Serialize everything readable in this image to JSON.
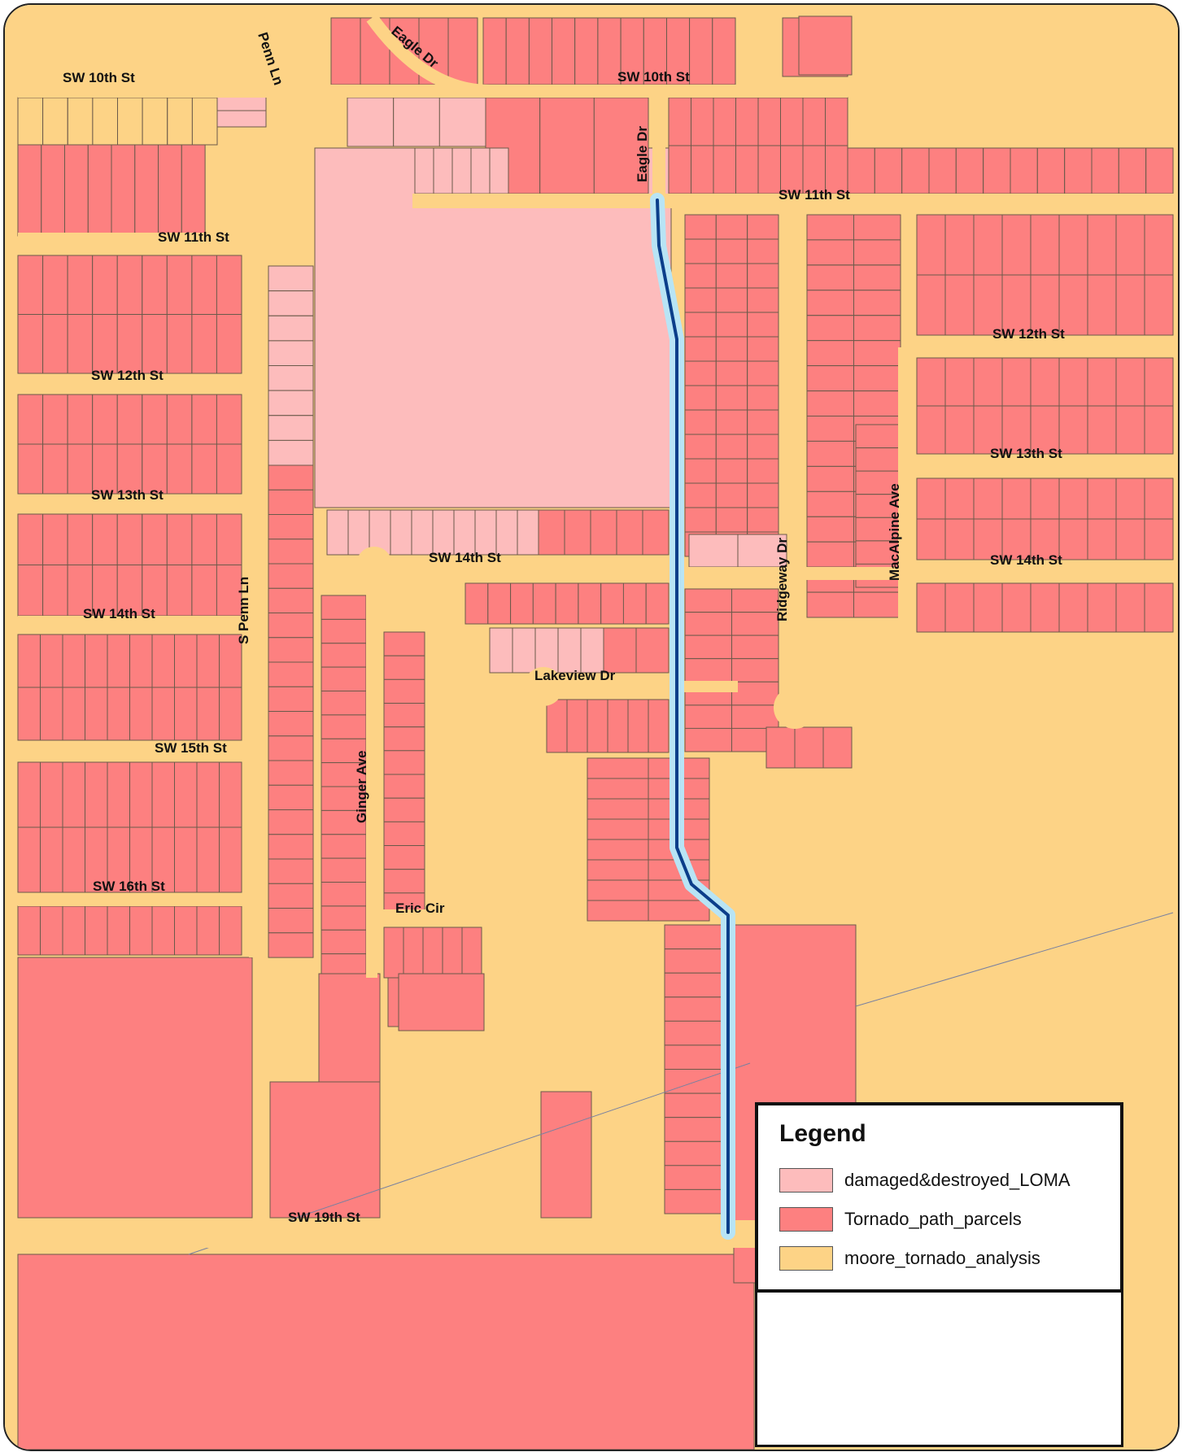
{
  "colors": {
    "damaged": "#fdbcbc",
    "tornado": "#fd8080",
    "analysis": "#fdd386",
    "path_outer": "#b8e4f5",
    "path_inner": "#0b3e8a",
    "parcel_line": "#6b5a4a"
  },
  "streets": {
    "sw10_left": "SW 10th St",
    "sw10_right": "SW 10th St",
    "penn_ln": "Penn Ln",
    "eagle_dr_top": "Eagle Dr",
    "eagle_dr_vertical": "Eagle Dr",
    "sw11_right": "SW 11th St",
    "sw11_left": "SW 11th St",
    "sw12_right": "SW 12th St",
    "sw12_left": "SW 12th St",
    "sw13_right": "SW 13th St",
    "sw13_left": "SW 13th St",
    "sw14_mid": "SW 14th St",
    "sw14_right": "SW 14th St",
    "sw14_left": "SW 14th St",
    "macalpine": "MacAlpine Ave",
    "ridgeway": "Ridgeway Dr",
    "s_penn_ln": "S Penn Ln",
    "lakeview": "Lakeview Dr",
    "sw15": "SW 15th St",
    "ginger": "Ginger Ave",
    "sw16": "SW 16th St",
    "eric_cir": "Eric Cir",
    "sw19": "SW 19th St"
  },
  "legend": {
    "title": "Legend",
    "items": [
      {
        "label": "damaged&destroyed_LOMA",
        "color": "#fdbcbc"
      },
      {
        "label": "Tornado_path_parcels",
        "color": "#fd8080"
      },
      {
        "label": "moore_tornado_analysis",
        "color": "#fdd386"
      }
    ]
  }
}
